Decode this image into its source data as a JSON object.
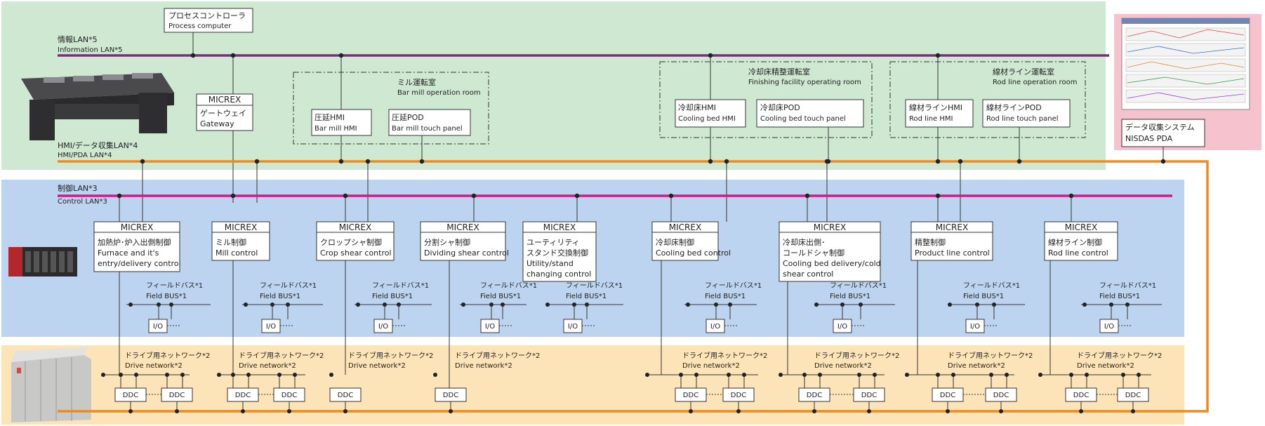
{
  "colors": {
    "info_zone": "#cfe8d2",
    "control_zone": "#bcd4ef",
    "drive_zone": "#fde3b8",
    "pda_zone": "#f6c2cd",
    "info_lan": "#7a2f7d",
    "hmi_lan": "#f08a1c",
    "control_lan": "#d8168c",
    "lines": "#333333"
  },
  "lans": {
    "info": {
      "ja": "情報LAN*5",
      "en": "Information LAN*5"
    },
    "hmi": {
      "ja": "HMI/データ収集LAN*4",
      "en": "HMI/PDA LAN*4"
    },
    "control": {
      "ja": "制御LAN*3",
      "en": "Control LAN*3"
    }
  },
  "process_controller": {
    "ja": "プロセスコントローラ",
    "en": "Process computer"
  },
  "gateway": {
    "brand": "MICREX",
    "ja": "ゲートウェイ",
    "en": "Gateway"
  },
  "pda": {
    "ja": "データ収集システム",
    "en": "NISDAS PDA"
  },
  "rooms": [
    {
      "ja": "ミル運転室",
      "en": "Bar mill operation room",
      "boxes": [
        {
          "ja": "圧延HMI",
          "en": "Bar mill HMI"
        },
        {
          "ja": "圧延POD",
          "en": "Bar mill touch panel"
        }
      ]
    },
    {
      "ja": "冷却床精整運転室",
      "en": "Finishing facility operating room",
      "boxes": [
        {
          "ja": "冷却床HMI",
          "en": "Cooling bed HMI"
        },
        {
          "ja": "冷却床POD",
          "en": "Cooling bed touch panel"
        }
      ]
    },
    {
      "ja": "線材ライン運転室",
      "en": "Rod line operation room",
      "boxes": [
        {
          "ja": "線材ラインHMI",
          "en": "Rod line HMI"
        },
        {
          "ja": "線材ラインPOD",
          "en": "Rod line touch panel"
        }
      ]
    }
  ],
  "controllers": [
    {
      "brand": "MICREX",
      "lines": [
        "加熱炉･炉入出側制御",
        "Furnace and it's",
        "entry/delivery control"
      ]
    },
    {
      "brand": "MICREX",
      "lines": [
        "ミル制御",
        "Mill control"
      ]
    },
    {
      "brand": "MICREX",
      "lines": [
        "クロップシャ制御",
        "Crop shear control"
      ]
    },
    {
      "brand": "MICREX",
      "lines": [
        "分割シャ制御",
        "Dividing shear control"
      ]
    },
    {
      "brand": "MICREX",
      "lines": [
        "ユーティリティ",
        "スタンド交換制御",
        "Utility/stand",
        "changing control"
      ]
    },
    {
      "brand": "MICREX",
      "lines": [
        "冷却床制御",
        "Cooling bed control"
      ]
    },
    {
      "brand": "MICREX",
      "lines": [
        "冷却床出側･",
        "コールドシャ制御",
        "Cooling bed delivery/cold",
        "shear control"
      ]
    },
    {
      "brand": "MICREX",
      "lines": [
        "精整制御",
        "Product line control"
      ]
    },
    {
      "brand": "MICREX",
      "lines": [
        "線材ライン制御",
        "Rod line control"
      ]
    }
  ],
  "fieldbus": {
    "ja": "フィールドバス*1",
    "en": "Field BUS*1"
  },
  "io_label": "I/O",
  "drive": {
    "ja": "ドライブ用ネットワーク*2",
    "en": "Drive network*2"
  },
  "ddc_label": "DDC"
}
